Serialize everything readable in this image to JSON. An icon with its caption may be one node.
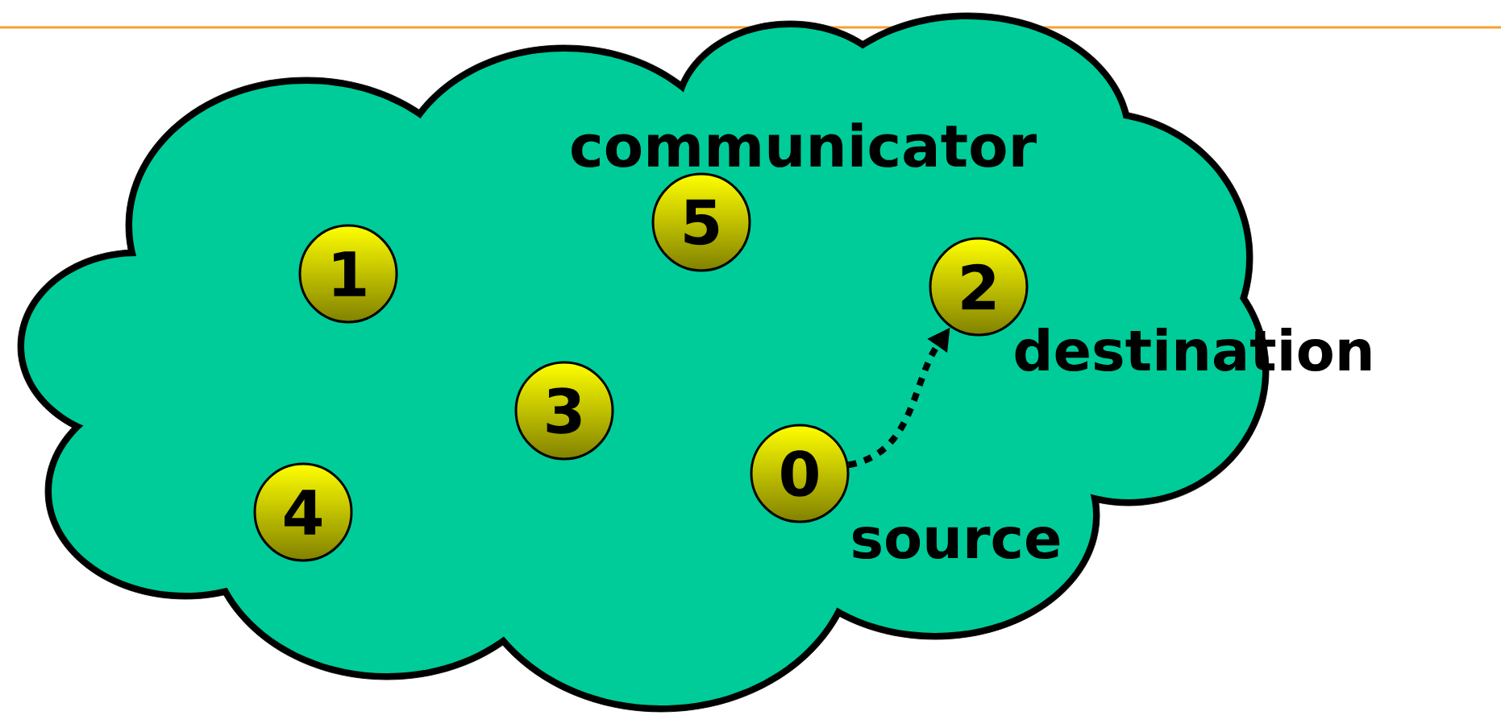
{
  "diagram": {
    "nodes": [
      {
        "text": [],
        "shape": "cloud"
      },
      {
        "text": [
          "5"
        ],
        "in": 0
      },
      {
        "text": [
          "1"
        ],
        "in": 0
      },
      {
        "text": [
          "2"
        ],
        "in": 0,
        "beside": [
          "destination"
        ]
      },
      {
        "text": [
          "3"
        ],
        "in": 0
      },
      {
        "text": [
          "0"
        ],
        "in": 0,
        "beside": [
          "source"
        ]
      },
      {
        "text": [
          "4"
        ],
        "in": 0
      }
    ],
    "edges": [
      {
        "from": 5,
        "to": 3,
        "arrow": "to",
        "style": "dashed"
      }
    ],
    "labels": [
      "communicator"
    ]
  }
}
